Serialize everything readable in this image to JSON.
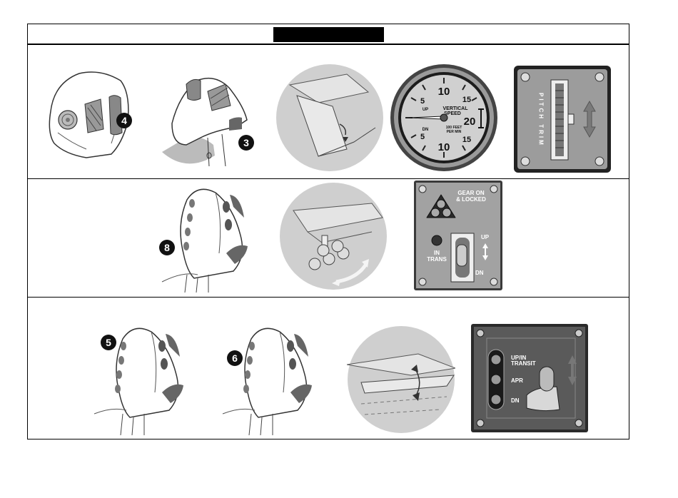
{
  "callouts": {
    "c4": "4",
    "c3": "3",
    "c8": "8",
    "c5": "5",
    "c6": "6"
  },
  "vsi": {
    "top": "10",
    "top_right": "15",
    "left_top": "5",
    "up": "UP",
    "left_bottom": "5",
    "dn": "DN",
    "bottom": "10",
    "bottom_right": "15",
    "right": "20",
    "title_1": "VERTICAL",
    "title_2": "SPEED",
    "unit_1": "100 FEET",
    "unit_2": "PER MIN"
  },
  "pitch_trim": {
    "label": "PITCH TRIM"
  },
  "gear_panel": {
    "title_1": "GEAR ON",
    "title_2": "& LOCKED",
    "in_trans_1": "IN",
    "in_trans_2": "TRANS",
    "up": "UP",
    "dn": "DN"
  },
  "flap_panel": {
    "upin_1": "UP/IN",
    "upin_2": "TRANSIT",
    "apr": "APR",
    "dn": "DN"
  }
}
